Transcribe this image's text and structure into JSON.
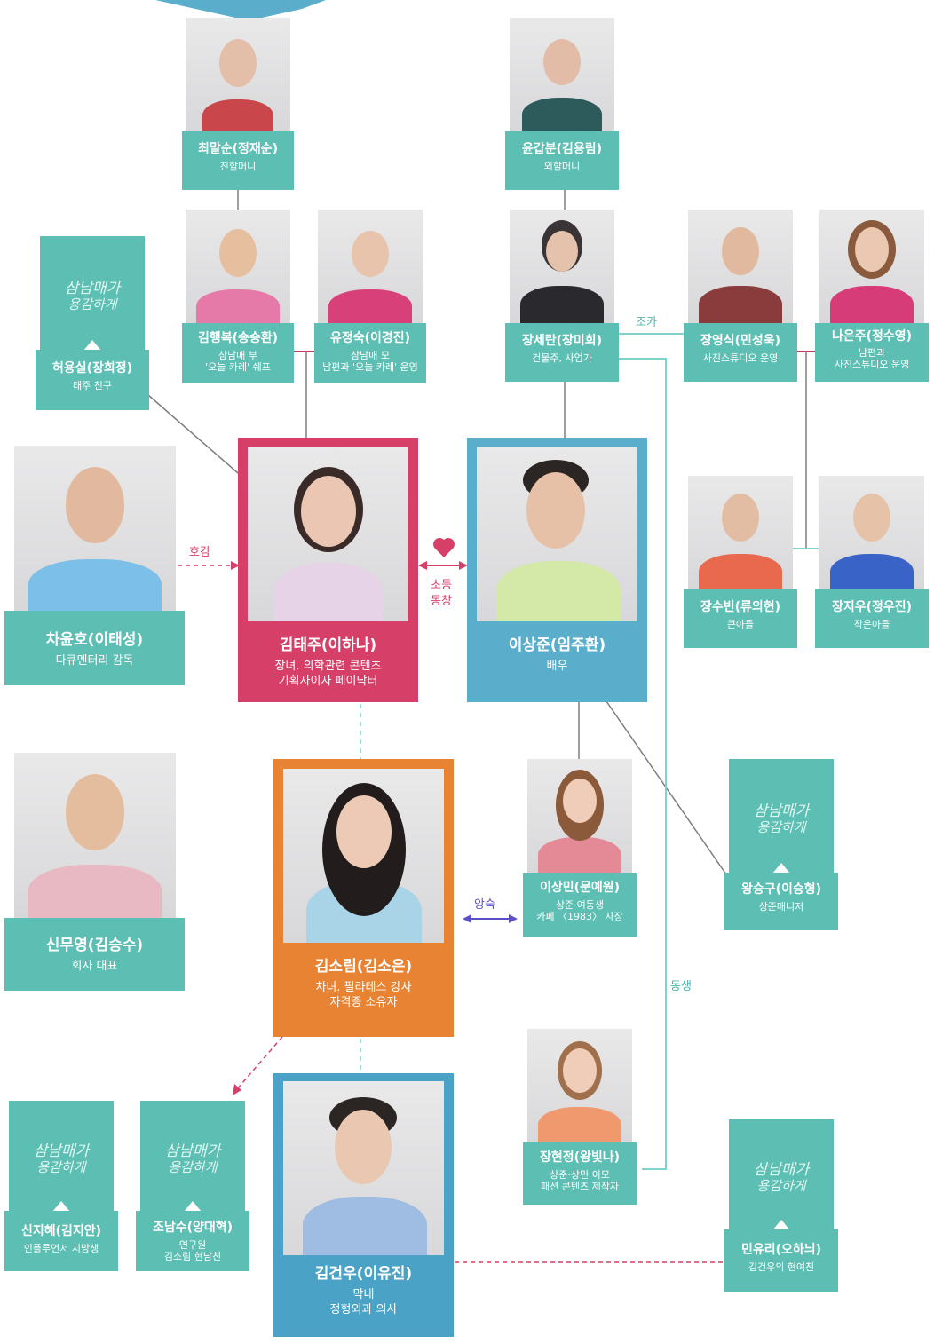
{
  "brand_colors": {
    "teal": "#5dbfb3",
    "pink": "#d63f67",
    "blue": "#5aaecb",
    "orange": "#e98334",
    "purple": "#5b4fc8"
  },
  "logo_text": {
    "line1": "삼남매가",
    "line2": "용감하게"
  },
  "people": {
    "choi": {
      "name": "최말순(정재순)",
      "desc": "친할머니"
    },
    "yoon": {
      "name": "윤갑분(김용림)",
      "desc": "외할머니"
    },
    "kimhb": {
      "name": "김행복(송승환)",
      "desc1": "삼남매 부",
      "desc2": "'오늘 카레' 쉐프"
    },
    "yoojs": {
      "name": "유정숙(이경진)",
      "desc1": "삼남매 모",
      "desc2": "남편과 '오늘 카레' 운영"
    },
    "jangsr": {
      "name": "장세란(장미희)",
      "desc": "건물주, 사업가"
    },
    "jangys": {
      "name": "장영식(민성욱)",
      "desc": "사진스튜디오 운영"
    },
    "naej": {
      "name": "나은주(정수영)",
      "desc1": "남편과",
      "desc2": "사진스튜디오 운영"
    },
    "heo": {
      "name": "허용실(장희정)",
      "desc": "태주 친구"
    },
    "cha": {
      "name": "차윤호(이태성)",
      "desc": "다큐멘터리 감독"
    },
    "kimtj": {
      "name": "김태주(이하나)",
      "desc1": "장녀. 의학관련 콘텐츠",
      "desc2": "기획자이자 페이닥터"
    },
    "leesj": {
      "name": "이상준(임주환)",
      "desc": "배우"
    },
    "jangsb": {
      "name": "장수빈(류의현)",
      "desc": "큰아들"
    },
    "jangjw": {
      "name": "장지우(정우진)",
      "desc": "작은아들"
    },
    "shin": {
      "name": "신무영(김승수)",
      "desc": "회사 대표"
    },
    "kimsr": {
      "name": "김소림(김소은)",
      "desc1": "차녀. 필라테스 강사",
      "desc2": "자격증 소유자"
    },
    "leesm": {
      "name": "이상민(문예원)",
      "desc1": "상준 여동생",
      "desc2": "카페 〈1983〉 사장"
    },
    "wang": {
      "name": "왕승구(이승형)",
      "desc": "상준매니저"
    },
    "jangh": {
      "name": "장현정(왕빛나)",
      "desc1": "상준·상민 이모",
      "desc2": "패션 콘텐츠 제작자"
    },
    "shinjh": {
      "name": "신지혜(김지안)",
      "desc": "인플루언서 지망생"
    },
    "jo": {
      "name": "조남수(양대혁)",
      "desc1": "연구원",
      "desc2": "김소림 현남친"
    },
    "kimgw": {
      "name": "김건우(이유진)",
      "desc1": "막내",
      "desc2": "정형외과 의사"
    },
    "min": {
      "name": "민유리(오하늬)",
      "desc": "김건우의 현여친"
    }
  },
  "relations": {
    "hogam": "호감",
    "chodeung1": "초등",
    "chodeung2": "동창",
    "josca": "조카",
    "angsuk": "앙숙",
    "dongsaeng": "동생"
  }
}
